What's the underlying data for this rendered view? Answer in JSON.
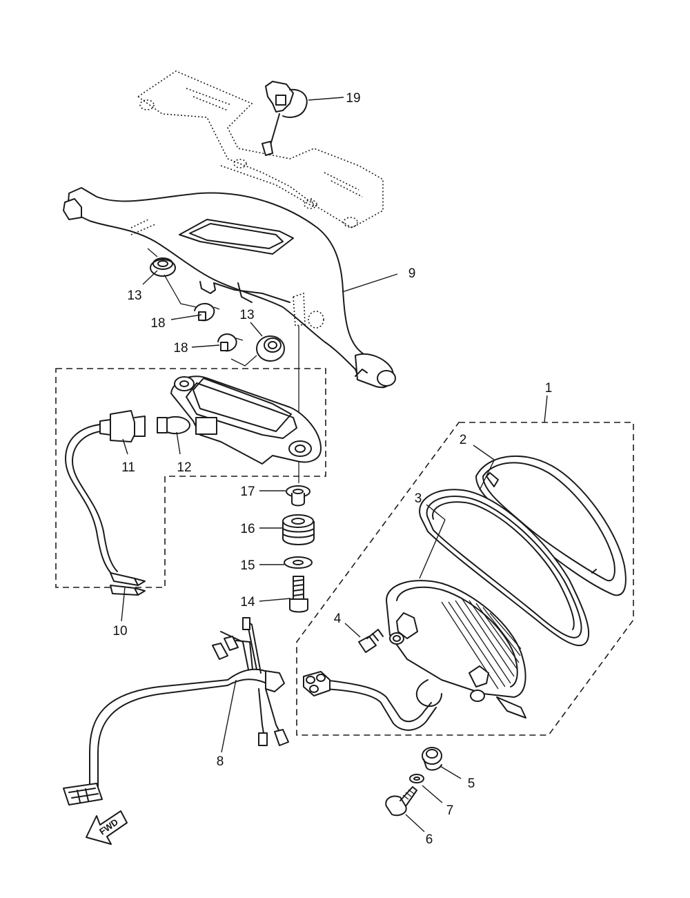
{
  "diagram": {
    "callouts": [
      {
        "id": "c1",
        "label": "1"
      },
      {
        "id": "c2",
        "label": "2"
      },
      {
        "id": "c3",
        "label": "3"
      },
      {
        "id": "c4",
        "label": "4"
      },
      {
        "id": "c5",
        "label": "5"
      },
      {
        "id": "c6",
        "label": "6"
      },
      {
        "id": "c7",
        "label": "7"
      },
      {
        "id": "c8",
        "label": "8"
      },
      {
        "id": "c9",
        "label": "9"
      },
      {
        "id": "c10",
        "label": "10"
      },
      {
        "id": "c11",
        "label": "11"
      },
      {
        "id": "c12",
        "label": "12"
      },
      {
        "id": "c13a",
        "label": "13"
      },
      {
        "id": "c13b",
        "label": "13"
      },
      {
        "id": "c14",
        "label": "14"
      },
      {
        "id": "c15",
        "label": "15"
      },
      {
        "id": "c16",
        "label": "16"
      },
      {
        "id": "c17",
        "label": "17"
      },
      {
        "id": "c18a",
        "label": "18"
      },
      {
        "id": "c18b",
        "label": "18"
      },
      {
        "id": "c19",
        "label": "19"
      }
    ],
    "direction_marker": {
      "text": "FWD",
      "icon": "fwd-arrow-icon"
    },
    "colors": {
      "line": "#1a1a1a",
      "background": "#ffffff"
    }
  }
}
